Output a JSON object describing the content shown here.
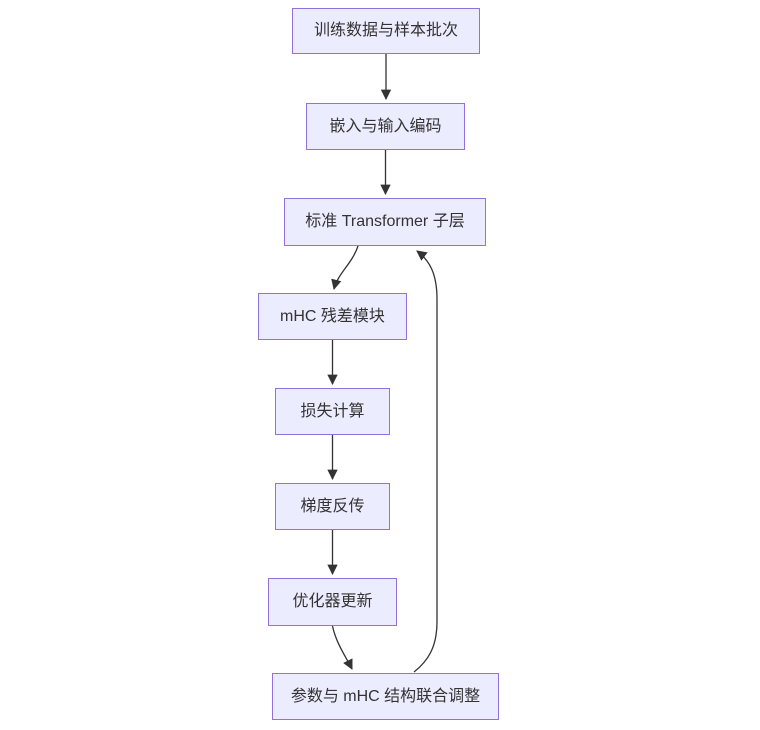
{
  "diagram": {
    "type": "flowchart",
    "direction": "top-down",
    "colors": {
      "node_fill": "#ECECFF",
      "node_border": "#9370DB",
      "edge_stroke": "#333333",
      "text": "#333333",
      "background": "#ffffff"
    },
    "nodes": [
      {
        "id": "training-data",
        "label": "训练数据与样本批次"
      },
      {
        "id": "embedding-encoding",
        "label": "嵌入与输入编码"
      },
      {
        "id": "transformer-sublayer",
        "label": "标准 Transformer 子层"
      },
      {
        "id": "mhc-residual",
        "label": "mHC 残差模块"
      },
      {
        "id": "loss-computation",
        "label": "损失计算"
      },
      {
        "id": "gradient-backprop",
        "label": "梯度反传"
      },
      {
        "id": "optimizer-update",
        "label": "优化器更新"
      },
      {
        "id": "joint-adjustment",
        "label": "参数与 mHC 结构联合调整"
      }
    ],
    "edges": [
      {
        "from": "training-data",
        "to": "embedding-encoding"
      },
      {
        "from": "embedding-encoding",
        "to": "transformer-sublayer"
      },
      {
        "from": "transformer-sublayer",
        "to": "mhc-residual"
      },
      {
        "from": "mhc-residual",
        "to": "loss-computation"
      },
      {
        "from": "loss-computation",
        "to": "gradient-backprop"
      },
      {
        "from": "gradient-backprop",
        "to": "optimizer-update"
      },
      {
        "from": "optimizer-update",
        "to": "joint-adjustment"
      },
      {
        "from": "joint-adjustment",
        "to": "transformer-sublayer"
      }
    ]
  }
}
